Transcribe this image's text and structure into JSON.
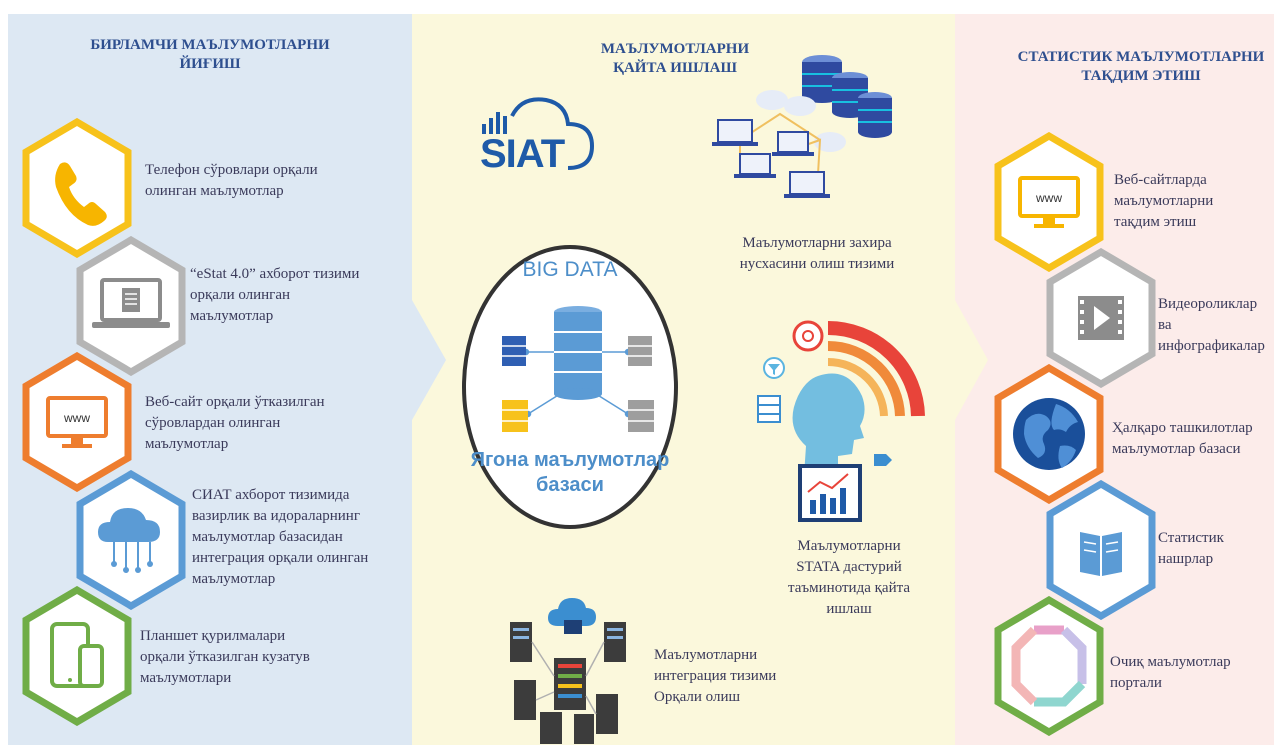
{
  "columns": {
    "left_title": [
      "БИРЛАМЧИ МАЪЛУМОТЛАРНИ",
      "ЙИҒИШ"
    ],
    "middle_title": [
      "МАЪЛУМОТЛАРНИ",
      "ҚАЙТА ИШЛАШ"
    ],
    "right_title": [
      "СТАТИСТИК МАЪЛУМОТЛАРНИ",
      "ТАҚДИМ ЭТИШ"
    ]
  },
  "left_items": [
    {
      "lines": [
        "Телефон сўровлари орқали",
        "олинган маълумотлар"
      ],
      "icon": "phone-icon",
      "color": "#f7c21b"
    },
    {
      "lines": [
        "“eStat 4.0” ахборот тизими",
        " орқали олинган",
        "маълумотлар"
      ],
      "icon": "laptop-icon",
      "color": "#b5b5b5"
    },
    {
      "lines": [
        "Веб-сайт орқали ўтказилган",
        "сўровлардан олинган",
        "маълумотлар"
      ],
      "icon": "monitor-icon",
      "color": "#ee7d2e"
    },
    {
      "lines": [
        "СИАТ ахборот тизимида",
        "вазирлик ва идораларнинг",
        "маълумотлар базасидан",
        "интеграция орқали олинган",
        "маълумотлар"
      ],
      "icon": "cloud-network-icon",
      "color": "#5b9bd5"
    },
    {
      "lines": [
        "Планшет қурилмалари",
        "орқали ўтказилган кузатув",
        "маълумотлари"
      ],
      "icon": "tablet-icon",
      "color": "#70ad47"
    }
  ],
  "middle": {
    "logo_text": "SIAT",
    "big_data_title": "BIG DATA",
    "big_data_label": [
      "Ягона маълумотлар",
      "базаси"
    ],
    "backup_label": [
      "Маълумотларни захира",
      "нусхасини олиш тизими"
    ],
    "stata_label": [
      "Маълумотларни",
      "STATA дастурий",
      "таъминотида қайта",
      "ишлаш"
    ],
    "integration_label": [
      "Маълумотларни",
      "интеграция тизими",
      "Орқали олиш"
    ]
  },
  "right_items": [
    {
      "lines": [
        "Веб-сайтларда",
        "маълумотларни",
        "тақдим этиш"
      ],
      "icon": "www-monitor-icon",
      "color": "#f7c21b"
    },
    {
      "lines": [
        "Видеороликлар",
        "ва",
        "инфографикалар"
      ],
      "icon": "video-icon",
      "color": "#b5b5b5"
    },
    {
      "lines": [
        "Ҳалқаро ташкилотлар",
        "маълумотлар базаси"
      ],
      "icon": "globe-icon",
      "color": "#ee7d2e"
    },
    {
      "lines": [
        "Статистик",
        "нашрлар"
      ],
      "icon": "book-icon",
      "color": "#5b9bd5"
    },
    {
      "lines": [
        "Очиқ маълумотлар",
        "портали"
      ],
      "icon": "open-data-icon",
      "color": "#70ad47"
    }
  ],
  "www_text": "www",
  "colors": {
    "left_bg": "#dde8f3",
    "middle_bg": "#fbf8dc",
    "right_bg": "#fcecea",
    "title": "#2e4f8f",
    "text": "#3a3a5a",
    "accent_blue": "#4d8ec9"
  }
}
